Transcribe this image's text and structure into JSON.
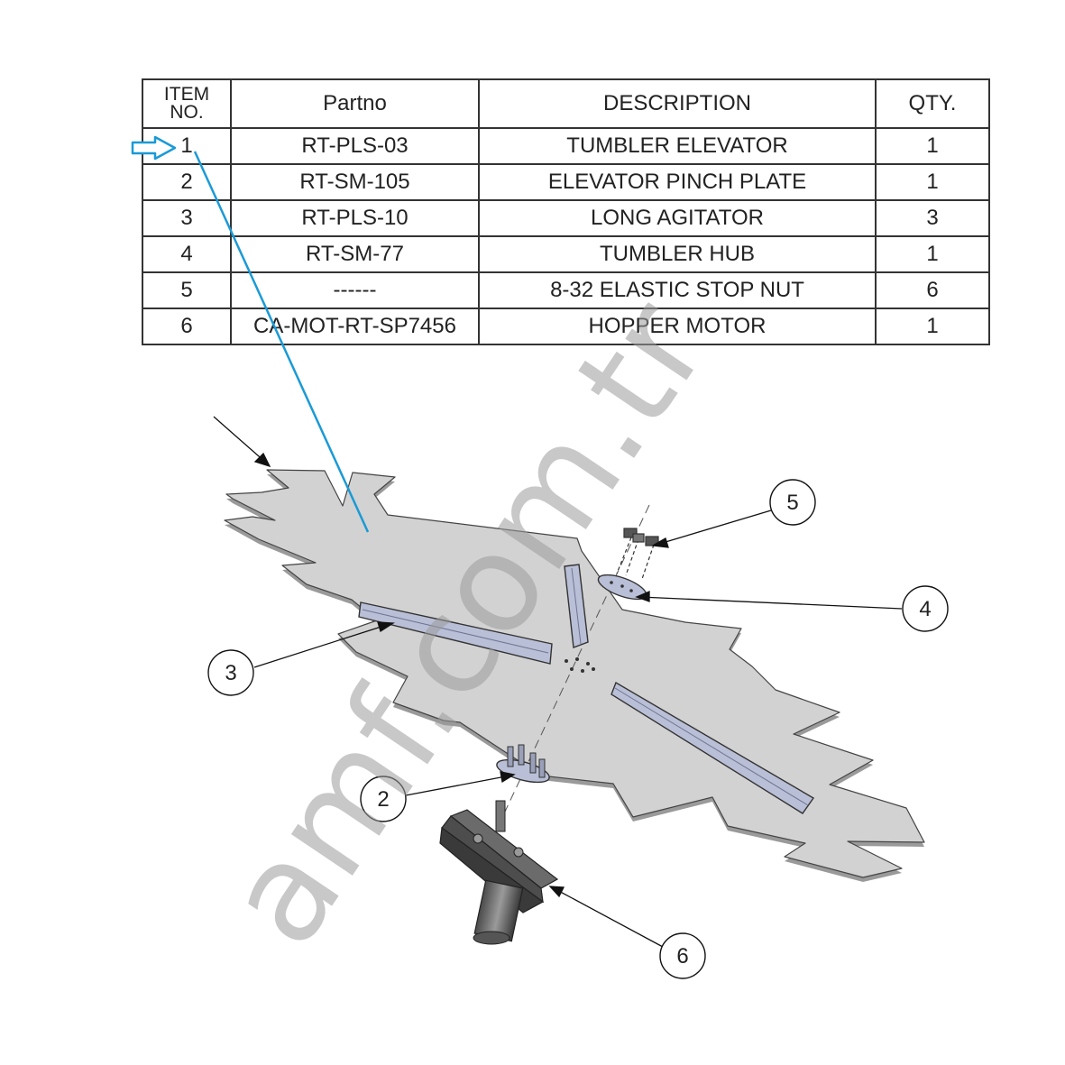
{
  "bom": {
    "headers": {
      "item": "ITEM NO.",
      "item_line1": "ITEM",
      "item_line2": "NO.",
      "partno": "Partno",
      "description": "DESCRIPTION",
      "qty": "QTY."
    },
    "rows": [
      {
        "item": "1",
        "partno": "RT-PLS-03",
        "description": "TUMBLER ELEVATOR",
        "qty": "1"
      },
      {
        "item": "2",
        "partno": "RT-SM-105",
        "description": "ELEVATOR PINCH PLATE",
        "qty": "1"
      },
      {
        "item": "3",
        "partno": "RT-PLS-10",
        "description": "LONG AGITATOR",
        "qty": "3"
      },
      {
        "item": "4",
        "partno": "RT-SM-77",
        "description": "TUMBLER HUB",
        "qty": "1"
      },
      {
        "item": "5",
        "partno": "------",
        "description": "8-32 ELASTIC STOP NUT",
        "qty": "6"
      },
      {
        "item": "6",
        "partno": "CA-MOT-RT-SP7456",
        "description": "HOPPER MOTOR",
        "qty": "1"
      }
    ]
  },
  "callouts": {
    "c2": "2",
    "c3": "3",
    "c4": "4",
    "c5": "5",
    "c6": "6"
  },
  "watermark": "amf.com.tr",
  "colors": {
    "highlight_arrow": "#1a9ad6",
    "plate_fill": "#cfcfcf",
    "agitator_fill": "#b9bfd6",
    "line": "#222222"
  }
}
